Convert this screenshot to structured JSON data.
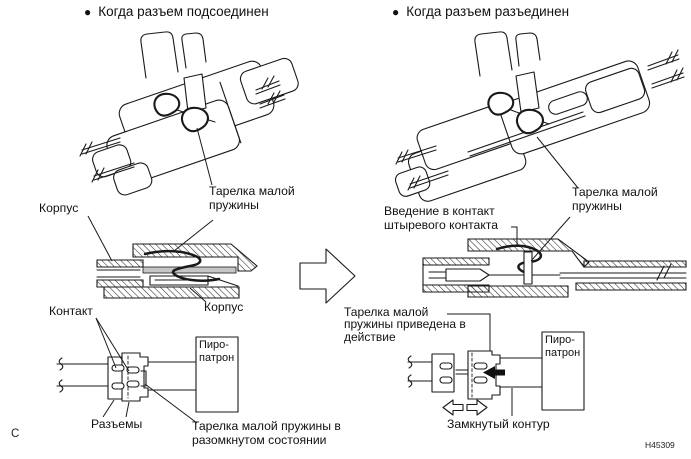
{
  "meta": {
    "bullet": "●",
    "footer_left": "C",
    "figure_code": "H45309",
    "line_color": "#1a1a1a",
    "background": "#ffffff"
  },
  "left": {
    "header": "Когда разъем подсоединен",
    "labels": {
      "spring_plate": "Тарелка малой пружины",
      "housing_top": "Корпус",
      "housing_bottom": "Корпус",
      "contact": "Контакт",
      "connectors": "Разъемы",
      "pyro_line1": "Пиро-",
      "pyro_line2": "патрон",
      "spring_open": "Тарелка малой пружины в разомкнутом состоянии"
    }
  },
  "right": {
    "header": "Когда разъем разъединен",
    "labels": {
      "pin_engage": "Введение в контакт штыревого контакта",
      "spring_plate": "Тарелка малой пружины",
      "spring_actuated": "Тарелка малой пружины приведена в действие",
      "pyro_line1": "Пиро-",
      "pyro_line2": "патрон",
      "closed_circuit": "Замкнутый контур"
    }
  }
}
